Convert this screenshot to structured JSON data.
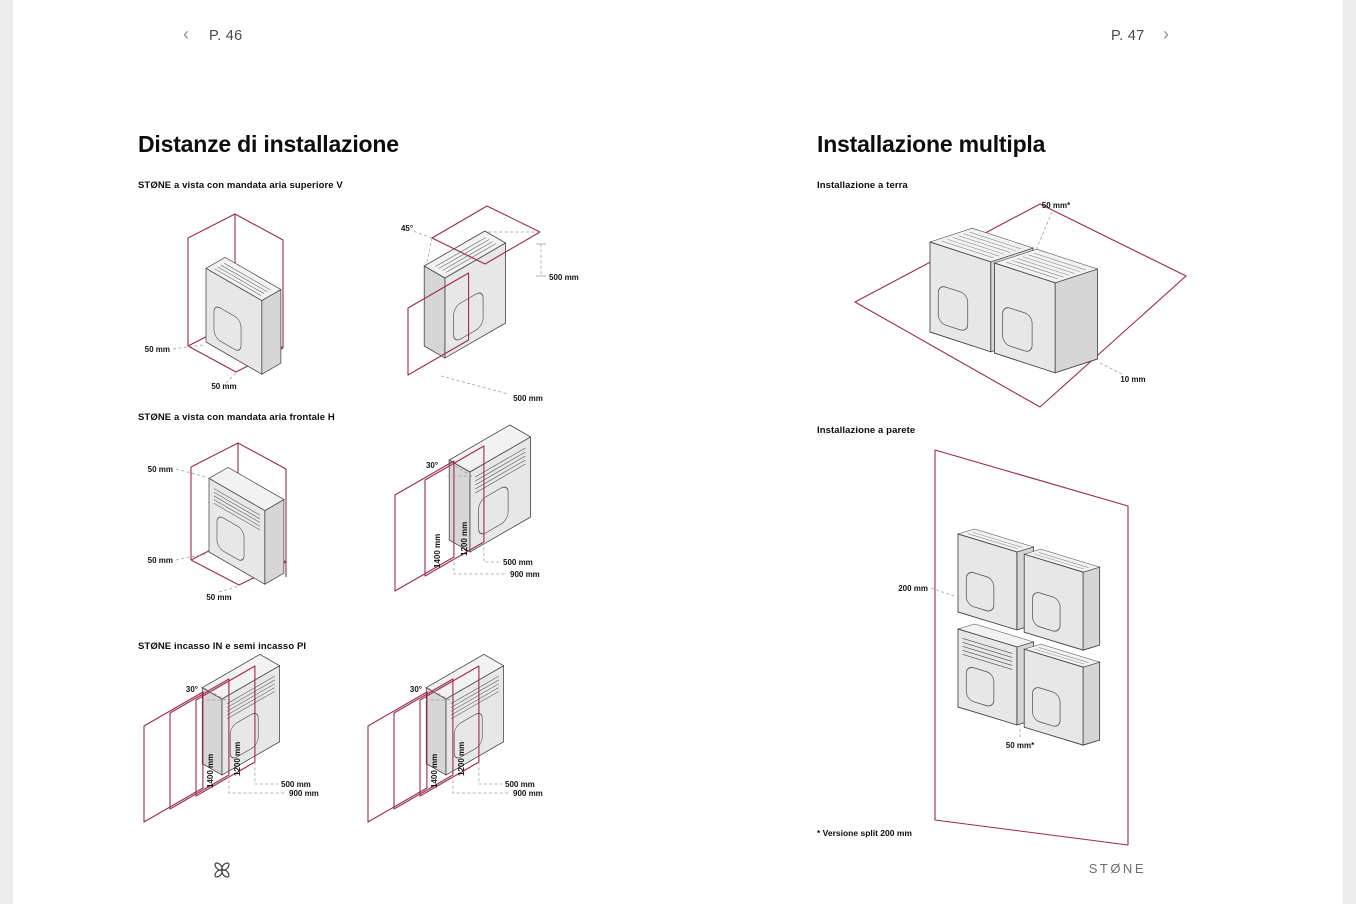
{
  "colors": {
    "accent": "#9c2950",
    "line": "#3f3f3f"
  },
  "nav": {
    "prev_icon": "‹",
    "left_page": "P. 46",
    "right_page": "P. 47",
    "next_icon": "›"
  },
  "footer": {
    "brand": "STØNE"
  },
  "left": {
    "title": "Distanze di installazione",
    "s1": "STØNE a vista con mandata aria superiore V",
    "s2": "STØNE a vista con mandata aria frontale H",
    "s3": "STØNE incasso IN e semi incasso PI",
    "d1": {
      "left": "50 mm",
      "bottom": "50 mm"
    },
    "d2": {
      "angle": "45°",
      "right": "500 mm",
      "bottom": "500 mm"
    },
    "d3": {
      "top": "50 mm",
      "left": "50 mm",
      "bottom": "50 mm"
    },
    "d4": {
      "angle": "30°",
      "h1": "1400 mm",
      "h2": "1200 mm",
      "dist1": "500 mm",
      "dist2": "900 mm"
    },
    "d5": {
      "angle": "30°",
      "h1": "1400 mm",
      "h2": "1200 mm",
      "dist1": "500 mm",
      "dist2": "900 mm"
    },
    "d6": {
      "angle": "30°",
      "h1": "1400 mm",
      "h2": "1200 mm",
      "dist1": "500 mm",
      "dist2": "900 mm"
    }
  },
  "right": {
    "title": "Installazione multipla",
    "s1": "Installazione a terra",
    "s2": "Installazione a parete",
    "terra": {
      "gap": "50 mm*",
      "edge": "10 mm"
    },
    "parete": {
      "left": "200 mm",
      "gap": "50 mm*"
    },
    "footnote": "* Versione split 200 mm"
  }
}
